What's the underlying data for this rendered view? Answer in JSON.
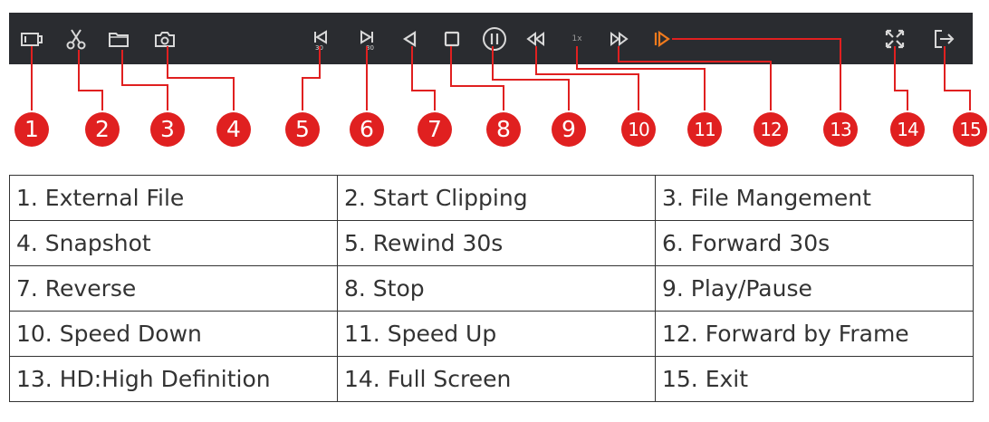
{
  "colors": {
    "toolbar_bg": "#2a2c30",
    "icon": "#d8d8d8",
    "active_icon": "#f07a1d",
    "callout": "#e02020",
    "leader": "#e02020"
  },
  "toolbar": {
    "icons": [
      {
        "id": 1,
        "icon": "external-file-icon"
      },
      {
        "id": 2,
        "icon": "scissors-icon"
      },
      {
        "id": 3,
        "icon": "folder-icon"
      },
      {
        "id": 4,
        "icon": "camera-icon"
      },
      {
        "id": 5,
        "icon": "rewind-30s-icon",
        "label": "30"
      },
      {
        "id": 6,
        "icon": "forward-30s-icon",
        "label": "30"
      },
      {
        "id": 7,
        "icon": "reverse-icon"
      },
      {
        "id": 8,
        "icon": "stop-icon"
      },
      {
        "id": 9,
        "icon": "play-pause-icon"
      },
      {
        "id": 10,
        "icon": "speed-down-icon"
      },
      {
        "id": 11,
        "icon": "speed-indicator",
        "label": "1x"
      },
      {
        "id": 12,
        "icon": "speed-up-icon"
      },
      {
        "id": 13,
        "icon": "forward-frame-icon",
        "active": true
      },
      {
        "id": 14,
        "icon": "full-screen-icon"
      },
      {
        "id": 15,
        "icon": "exit-icon"
      }
    ]
  },
  "callouts": [
    "1",
    "2",
    "3",
    "4",
    "5",
    "6",
    "7",
    "8",
    "9",
    "10",
    "11",
    "12",
    "13",
    "14",
    "15"
  ],
  "legend": [
    [
      "1. External File",
      "2. Start Clipping",
      "3. File Mangement"
    ],
    [
      "4. Snapshot",
      "5. Rewind 30s",
      "6. Forward 30s"
    ],
    [
      "7. Reverse",
      "8. Stop",
      "9. Play/Pause"
    ],
    [
      "10. Speed Down",
      "11. Speed Up",
      "12. Forward by Frame"
    ],
    [
      "13. HD:High Definition",
      "14. Full Screen",
      "15. Exit"
    ]
  ]
}
